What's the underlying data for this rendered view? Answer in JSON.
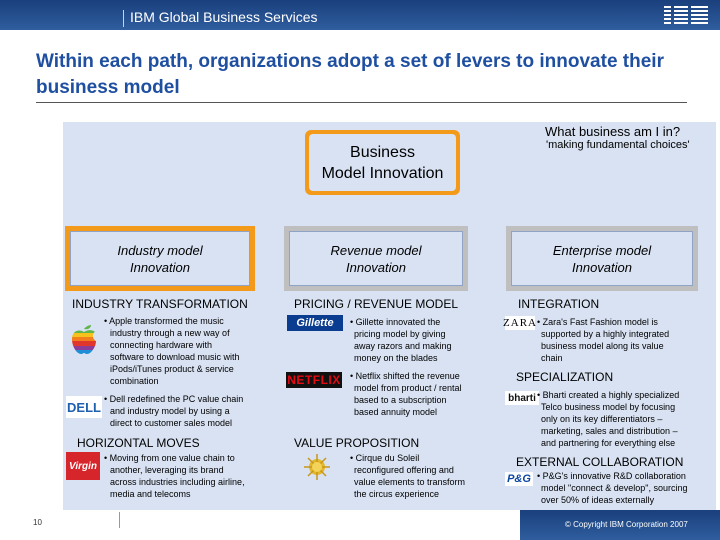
{
  "header": {
    "title": "IBM Global Business Services",
    "logo": "IBM"
  },
  "slide_title": "Within each path, organizations adopt a set of levers to innovate their business model",
  "center_box": {
    "line1": "Business",
    "line2": "Model Innovation"
  },
  "question": {
    "title": "What business am I in?",
    "subtitle": "'making fundamental choices'"
  },
  "columns": [
    {
      "box_line1": "Industry model",
      "box_line2": "Innovation",
      "section1": "INDUSTRY TRANSFORMATION",
      "items1": [
        {
          "logo": "apple-logo",
          "lines": [
            "• Apple transformed the music",
            "industry through a new way of",
            "connecting hardware with",
            "software to download music with",
            "iPods/iTunes product & service",
            "combination"
          ]
        },
        {
          "logo": "DELL",
          "lines": [
            "• Dell redefined the PC value chain",
            "and industry model by using a",
            "direct to customer sales model"
          ]
        }
      ],
      "section2": "HORIZONTAL MOVES",
      "items2": [
        {
          "logo": "Virgin",
          "lines": [
            "• Moving from one value chain to",
            "another, leveraging its brand",
            "across industries including airline,",
            "media and telecoms"
          ]
        }
      ]
    },
    {
      "box_line1": "Revenue model",
      "box_line2": "Innovation",
      "section1": "PRICING / REVENUE MODEL",
      "items1": [
        {
          "logo": "Gillette",
          "lines": [
            "• Gillette innovated the",
            "pricing model by giving",
            "away razors and making",
            "money on the blades"
          ]
        },
        {
          "logo": "NETFLIX",
          "lines": [
            "• Netflix shifted the revenue",
            "model from product / rental",
            "based to a subscription",
            "based annuity model"
          ]
        }
      ],
      "section2": "VALUE PROPOSITION",
      "items2": [
        {
          "logo": "cirque-logo",
          "lines": [
            "• Cirque du Soleil",
            "reconfigured offering and",
            "value elements to transform",
            "the circus experience"
          ]
        }
      ]
    },
    {
      "box_line1": "Enterprise model",
      "box_line2": "Innovation",
      "section1": "INTEGRATION",
      "items1": [
        {
          "logo": "ZARA",
          "lines": [
            "• Zara's Fast Fashion model is",
            "supported by a highly integrated",
            "business model along its value",
            "chain"
          ]
        }
      ],
      "section2": "SPECIALIZATION",
      "items2": [
        {
          "logo": "bharti",
          "lines": [
            "• Bharti created a highly specialized",
            "Telco business model by focusing",
            "only on its key differentiators –",
            "marketing, sales and distribution –",
            "and partnering for everything else"
          ]
        }
      ],
      "section3": "EXTERNAL COLLABORATION",
      "items3": [
        {
          "logo": "P&G",
          "lines": [
            "• P&G's innovative R&D collaboration",
            "model \"connect & develop\", sourcing",
            "over 50% of ideas externally"
          ]
        }
      ]
    }
  ],
  "footer": {
    "page": "10",
    "copyright": "© Copyright IBM Corporation 2007"
  },
  "colors": {
    "accent_orange": "#f39a1b",
    "ibm_blue": "#1f4fa0",
    "panel": "#d8e2f2"
  }
}
